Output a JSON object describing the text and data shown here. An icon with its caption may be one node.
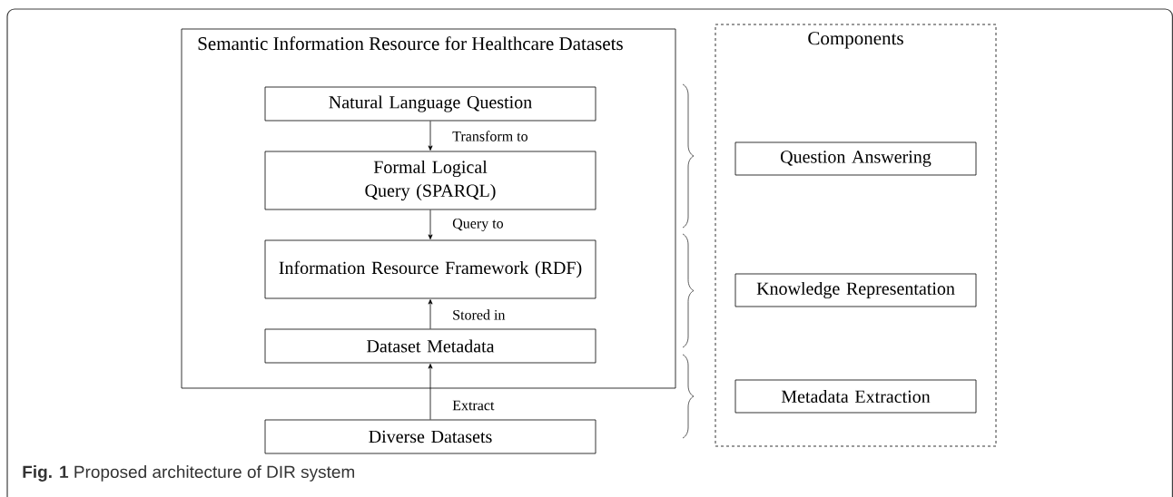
{
  "diagram": {
    "nodes": [
      {
        "text": [
          "Semantic Information Resource for Healthcare Datasets"
        ]
      },
      {
        "text": [
          "Natural Language Question"
        ],
        "in": 0
      },
      {
        "text": [
          "Formal Logical Query (SPARQL)"
        ],
        "in": 0
      },
      {
        "text": [
          "Information Resource Framework (RDF)"
        ],
        "in": 0
      },
      {
        "text": [
          "Dataset Metadata"
        ],
        "in": 0
      },
      {
        "text": [
          "Diverse Datasets"
        ]
      },
      {
        "text": [
          "Components"
        ]
      },
      {
        "text": [
          "Question Answering"
        ],
        "in": 6
      },
      {
        "text": [
          "Knowledge Representation"
        ],
        "in": 6
      },
      {
        "text": [
          "Metadata Extraction"
        ],
        "in": 6
      }
    ],
    "edges": [
      {
        "from": 1,
        "to": 2,
        "arrow": "to",
        "label": "Transform to"
      },
      {
        "from": 2,
        "to": 3,
        "arrow": "to",
        "label": "Query to"
      },
      {
        "from": 4,
        "to": 3,
        "arrow": "to",
        "label": "Stored in"
      },
      {
        "from": 5,
        "to": 4,
        "arrow": "to",
        "label": "Extract"
      }
    ],
    "caption": "**Fig. 1** Proposed architecture of DIR system"
  }
}
